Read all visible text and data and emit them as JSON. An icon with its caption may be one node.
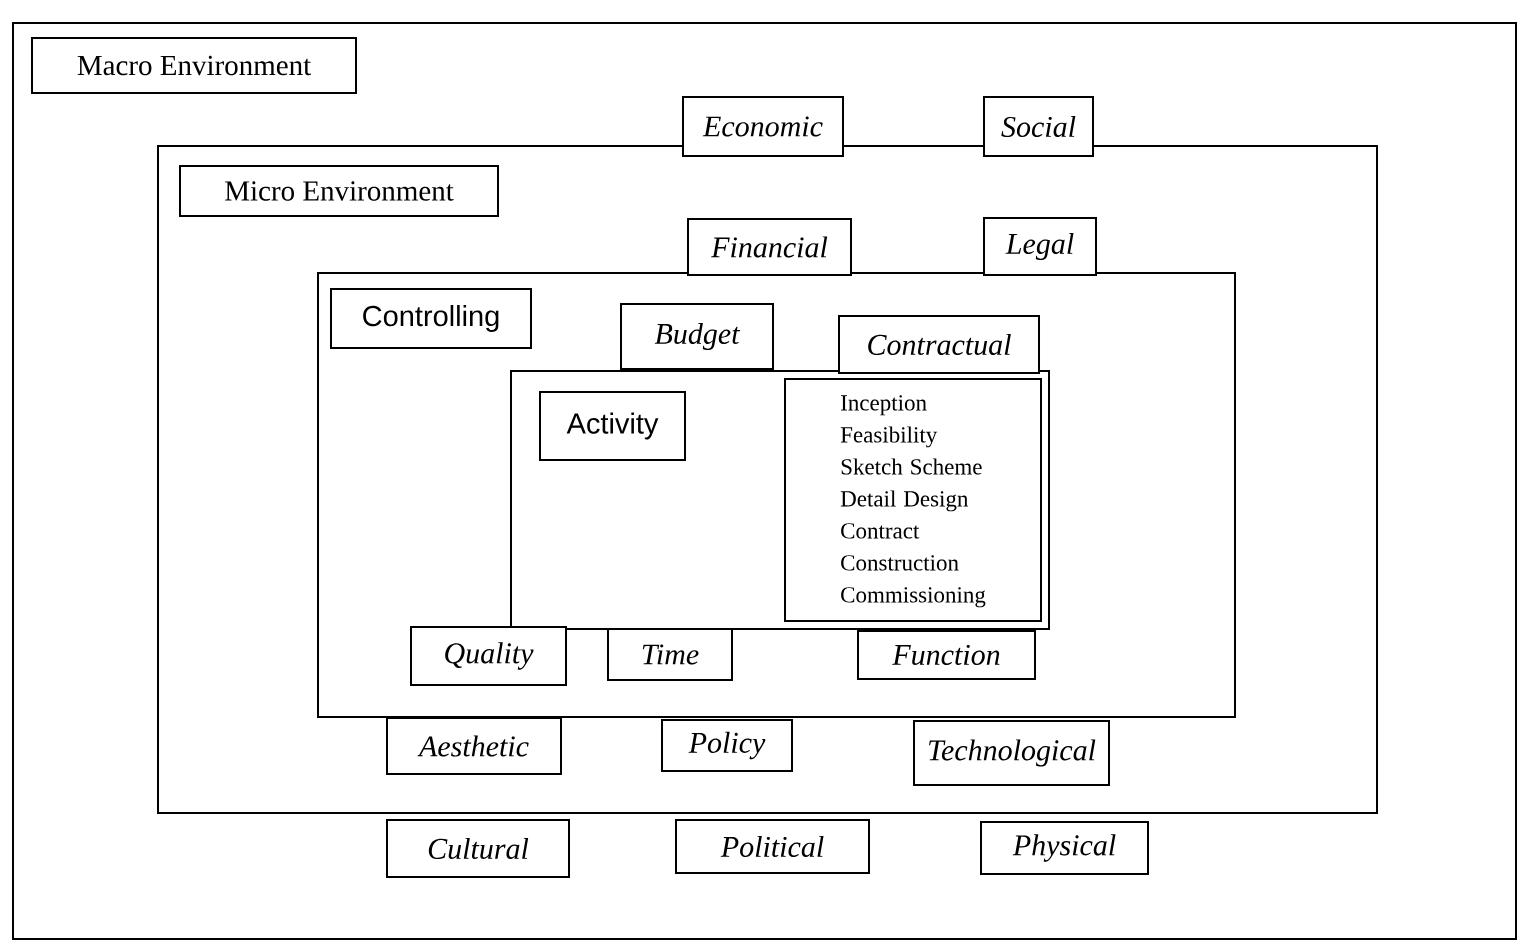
{
  "diagram": {
    "nodes": [
      {
        "text": [],
        "shape": "box"
      },
      {
        "text": [
          "Macro Environment"
        ],
        "in": 0
      },
      {
        "text": [
          "Economic"
        ],
        "in": 0
      },
      {
        "text": [
          "Social"
        ],
        "in": 0
      },
      {
        "text": [],
        "shape": "box",
        "in": 0
      },
      {
        "text": [
          "Micro Environment"
        ],
        "in": 4
      },
      {
        "text": [
          "Financial"
        ],
        "in": 4
      },
      {
        "text": [
          "Legal"
        ],
        "in": 4
      },
      {
        "text": [],
        "shape": "box",
        "in": 4
      },
      {
        "text": [
          "Controlling"
        ],
        "in": 8
      },
      {
        "text": [
          "Budget"
        ],
        "in": 8
      },
      {
        "text": [
          "Contractual"
        ],
        "in": 8
      },
      {
        "text": [],
        "shape": "box",
        "in": 8
      },
      {
        "text": [
          "Activity"
        ],
        "in": 12
      },
      {
        "text": [
          "Inception",
          "Feasibility",
          "Sketch Scheme",
          "Detail Design",
          "Contract",
          "Construction",
          "Commissioning"
        ],
        "in": 12
      },
      {
        "text": [
          "Quality"
        ],
        "in": 8
      },
      {
        "text": [
          "Time"
        ],
        "in": 8
      },
      {
        "text": [
          "Function"
        ],
        "in": 8
      },
      {
        "text": [
          "Aesthetic"
        ],
        "in": 4
      },
      {
        "text": [
          "Policy"
        ],
        "in": 4
      },
      {
        "text": [
          "Technological"
        ],
        "in": 4
      },
      {
        "text": [
          "Cultural"
        ],
        "in": 0
      },
      {
        "text": [
          "Political"
        ],
        "in": 0
      },
      {
        "text": [
          "Physical"
        ],
        "in": 0
      }
    ]
  }
}
